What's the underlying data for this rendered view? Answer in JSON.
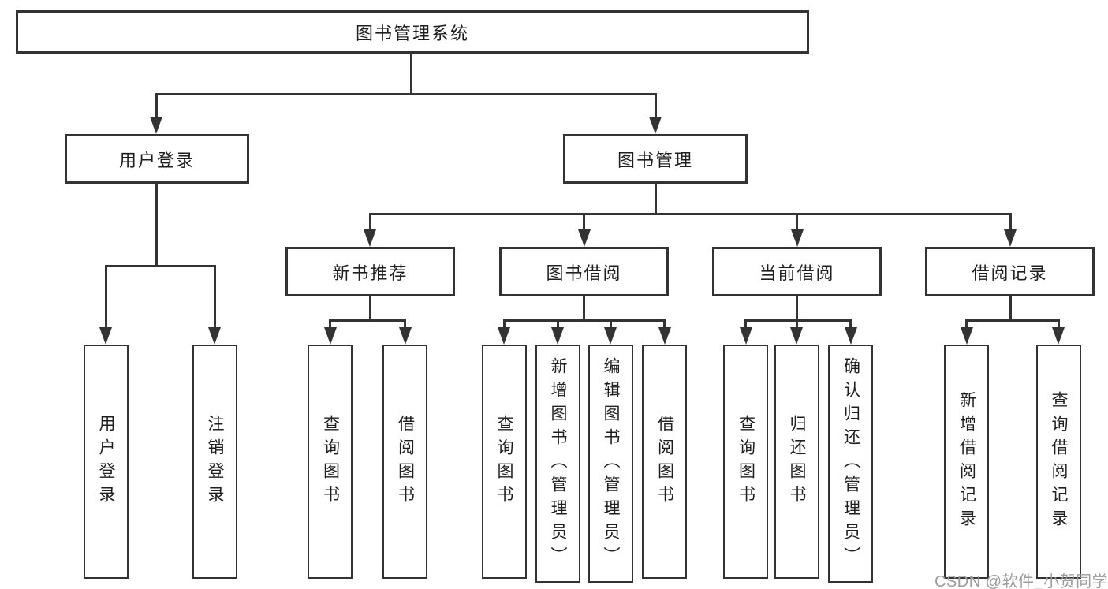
{
  "colors": {
    "line": "#333333",
    "node_border": "#333333",
    "node_fill": "#ffffff",
    "text": "#1f1f1f",
    "watermark": "#9c9c9c",
    "background": "#ffffff"
  },
  "watermark": {
    "text": "CSDN @软件_小贺同学"
  },
  "diagram": {
    "type": "tree",
    "root": {
      "label": "图书管理系统"
    },
    "branches": [
      {
        "label": "用户登录",
        "leaves": [
          {
            "label": "用户登录"
          },
          {
            "label": "注销登录"
          }
        ]
      },
      {
        "label": "图书管理",
        "sections": [
          {
            "label": "新书推荐",
            "leaves": [
              {
                "label": "查询图书"
              },
              {
                "label": "借阅图书"
              }
            ]
          },
          {
            "label": "图书借阅",
            "leaves": [
              {
                "label": "查询图书"
              },
              {
                "label": "新增图书（管理员）"
              },
              {
                "label": "编辑图书（管理员）"
              },
              {
                "label": "借阅图书"
              }
            ]
          },
          {
            "label": "当前借阅",
            "leaves": [
              {
                "label": "查询图书"
              },
              {
                "label": "归还图书"
              },
              {
                "label": "确认归还（管理员）"
              }
            ]
          },
          {
            "label": "借阅记录",
            "leaves": [
              {
                "label": "新增借阅记录"
              },
              {
                "label": "查询借阅记录"
              }
            ]
          }
        ]
      }
    ]
  }
}
